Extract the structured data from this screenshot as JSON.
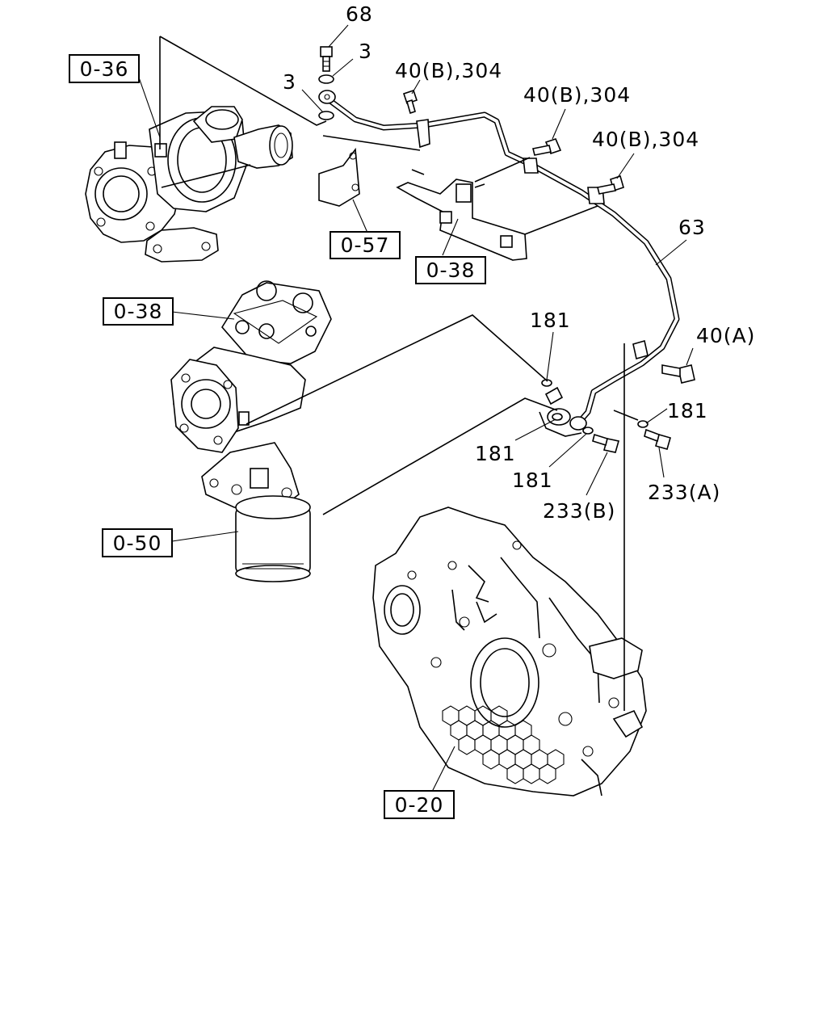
{
  "reference_boxes": {
    "r1": "0-36",
    "r2": "0-57",
    "r3": "0-38",
    "r4": "0-38",
    "r5": "0-50",
    "r6": "0-20"
  },
  "callouts": {
    "c68": "68",
    "c3a": "3",
    "c3b": "3",
    "c40b1": "40(B),304",
    "c40b2": "40(B),304",
    "c40b3": "40(B),304",
    "c63": "63",
    "c181a": "181",
    "c40a": "40(A)",
    "c181b": "181",
    "c181c": "181",
    "c181d": "181",
    "c233a": "233(A)",
    "c233b": "233(B)"
  }
}
